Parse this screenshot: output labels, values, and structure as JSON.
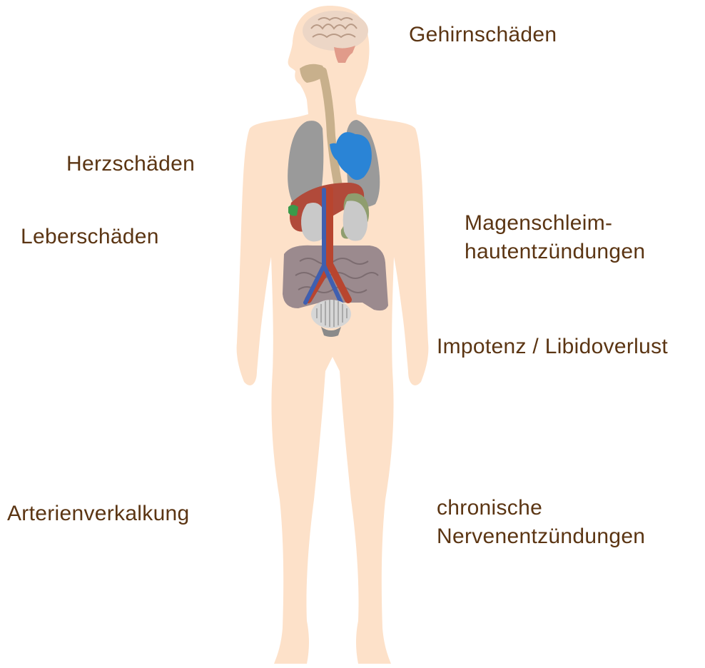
{
  "colors": {
    "skin": "#fde1c9",
    "label_text": "#5b3513",
    "lungs": "#9a9a9a",
    "heart": "#2a84d6",
    "liver": "#b14a3a",
    "kidneys": "#c9c9c9",
    "intestines": "#9b8a8e",
    "vessel_red": "#b8452f",
    "vessel_blue": "#3f5fb0",
    "brain": "#ecd6c6",
    "esophagus": "#c8b08c",
    "stomach": "#8f9d6e",
    "bladder": "#d6d6d6"
  },
  "labels": {
    "brain": "Gehirnschäden",
    "heart": "Herzschäden",
    "liver": "Leberschäden",
    "stomach_line1": "Magenschleim-",
    "stomach_line2": "hautentzündungen",
    "impotence": "Impotenz / Libidoverlust",
    "arteries": "Arterienverkalkung",
    "nerves_line1": "chronische",
    "nerves_line2": "Nervenentzündungen"
  }
}
